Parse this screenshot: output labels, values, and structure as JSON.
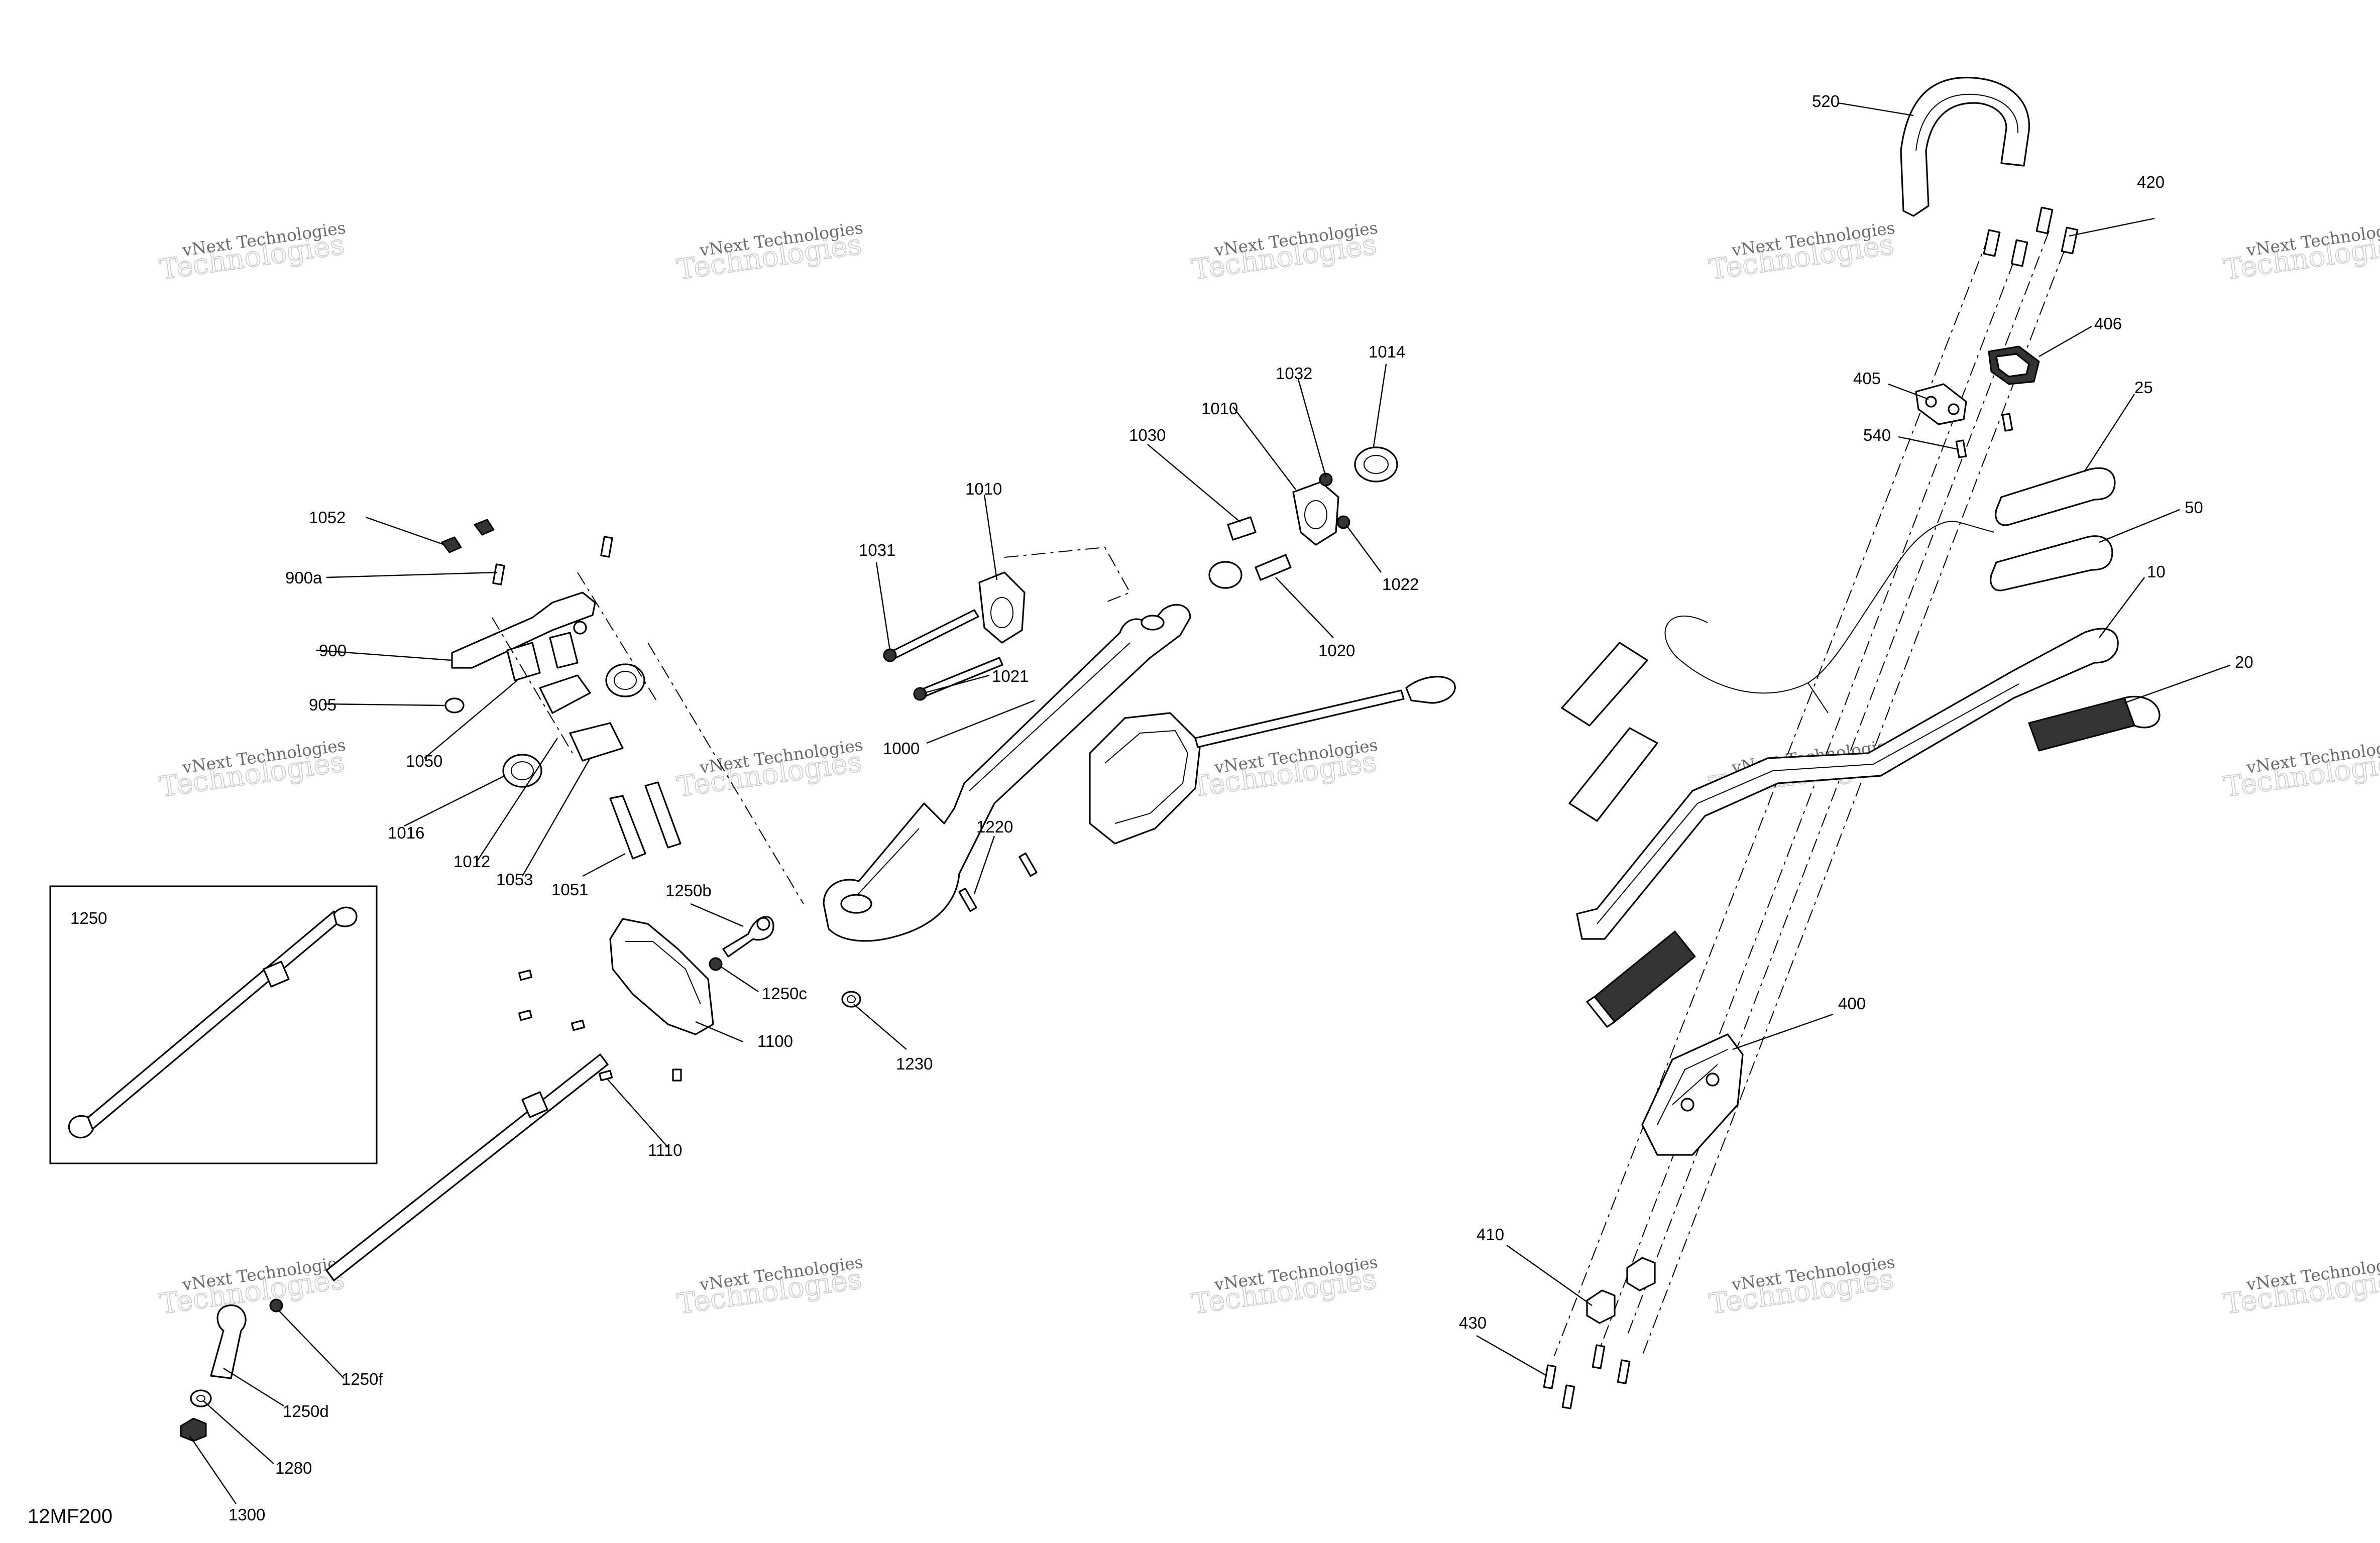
{
  "figure_code": "12MF200",
  "watermark": {
    "line1": "vNext Technologies",
    "line2": "Technologies"
  },
  "inset": {
    "label": "1250"
  },
  "callouts": {
    "c520": "520",
    "c420": "420",
    "c406": "406",
    "c405": "405",
    "c540": "540",
    "c25": "25",
    "c50": "50",
    "c10": "10",
    "c20": "20",
    "c400": "400",
    "c410": "410",
    "c430": "430",
    "c1014": "1014",
    "c1032": "1032",
    "c1010a": "1010",
    "c1030": "1030",
    "c1010b": "1010",
    "c1031": "1031",
    "c1022": "1022",
    "c1020": "1020",
    "c1021": "1021",
    "c1000": "1000",
    "c1220": "1220",
    "c1230": "1230",
    "c1052": "1052",
    "c900a": "900a",
    "c900": "900",
    "c905": "905",
    "c1050": "1050",
    "c1016": "1016",
    "c1012": "1012",
    "c1053": "1053",
    "c1051": "1051",
    "c1250b": "1250b",
    "c1250c": "1250c",
    "c1100": "1100",
    "c1110": "1110",
    "c1250f": "1250f",
    "c1250d": "1250d",
    "c1280": "1280",
    "c1300": "1300"
  }
}
